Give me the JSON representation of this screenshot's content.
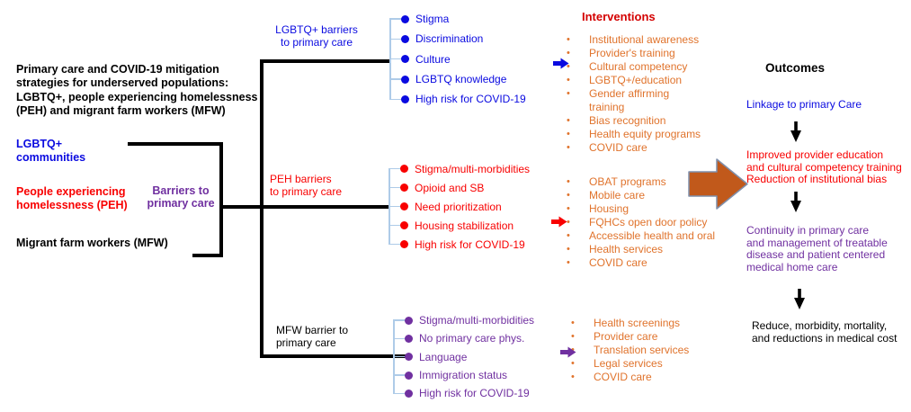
{
  "colors": {
    "blue": "#0A0AE0",
    "red": "#F80000",
    "interventions_header_red": "#D40000",
    "purple": "#7030A0",
    "orange": "#E0732C",
    "big_arrow_fill": "#C1591B",
    "big_arrow_border": "#7F8FAB",
    "tree_line_pale_blue": "#AECBE8",
    "black": "#000000"
  },
  "left_panel": {
    "title_lines": [
      "Primary care and COVID-19 mitigation",
      "strategies for underserved populations:",
      "LGBTQ+, people experiencing homelessness",
      "(PEH) and migrant farm workers (MFW)"
    ],
    "populations": [
      {
        "lines": [
          "LGBTQ+",
          "communities"
        ],
        "color": "blue"
      },
      {
        "lines": [
          "People experiencing",
          "homelessness (PEH)"
        ],
        "color": "red"
      },
      {
        "lines": [
          "Migrant farm workers (MFW)"
        ],
        "color": "black"
      }
    ],
    "barriers_label_lines": [
      "Barriers to",
      "primary care"
    ]
  },
  "branches": [
    {
      "label_lines": [
        "LGBTQ+ barriers",
        "to primary care"
      ],
      "color": "blue",
      "items": [
        "Stigma",
        "Discrimination",
        "Culture",
        "LGBTQ knowledge",
        "High risk for COVID-19"
      ]
    },
    {
      "label_lines": [
        "PEH barriers",
        "to primary care"
      ],
      "color": "red",
      "items": [
        "Stigma/multi-morbidities",
        "Opioid and SB",
        "Need prioritization",
        "Housing stabilization",
        "High risk for COVID-19"
      ]
    },
    {
      "label_lines": [
        "MFW barrier to",
        "primary care"
      ],
      "color": "black",
      "items": [
        "Stigma/multi-morbidities",
        "No primary care phys.",
        "Language",
        "Immigration status",
        "High risk for COVID-19"
      ]
    }
  ],
  "interventions": {
    "header": "Interventions",
    "groups": [
      {
        "arrow_color": "blue",
        "items": [
          "Institutional awareness",
          "Provider's training",
          "Cultural competency",
          "LGBTQ+/education",
          [
            "Gender affirming",
            "training"
          ],
          "Bias recognition",
          "Health equity programs",
          "COVID care"
        ]
      },
      {
        "arrow_color": "red",
        "items": [
          "OBAT programs",
          "Mobile care",
          "Housing",
          "FQHCs open door policy",
          "Accessible health and oral",
          "Health services",
          "COVID care"
        ]
      },
      {
        "arrow_color": "purple",
        "items": [
          "Health screenings",
          "Provider care",
          "Translation services",
          "Legal services",
          "COVID care"
        ]
      }
    ]
  },
  "outcomes": {
    "header": "Outcomes",
    "steps": [
      {
        "lines": [
          "Linkage to primary Care"
        ],
        "color": "blue"
      },
      {
        "lines": [
          "Improved provider education",
          "and cultural competency training",
          "Reduction of institutional bias"
        ],
        "color": "red"
      },
      {
        "lines": [
          "Continuity in primary care",
          "and management of treatable",
          "disease and patient centered",
          "medical home care"
        ],
        "color": "purple"
      },
      {
        "lines": [
          "Reduce, morbidity, mortality,",
          "and reductions in medical cost"
        ],
        "color": "black"
      }
    ]
  }
}
